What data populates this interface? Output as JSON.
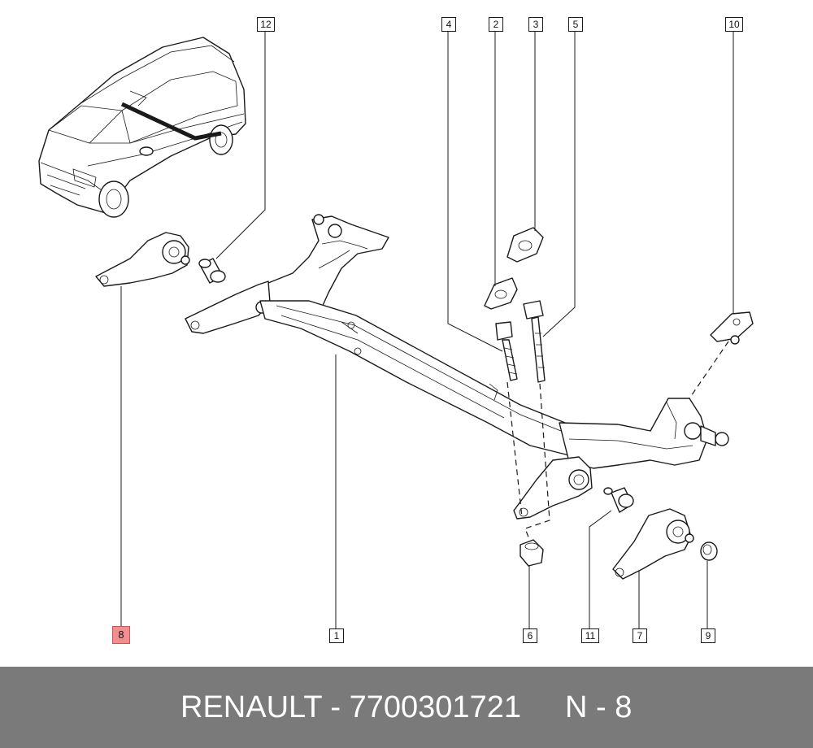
{
  "callouts": {
    "c1": "1",
    "c2": "2",
    "c3": "3",
    "c4": "4",
    "c5": "5",
    "c6": "6",
    "c7": "7",
    "c8": "8",
    "c9": "9",
    "c10": "10",
    "c11": "11",
    "c12": "12"
  },
  "highlighted_callout": "8",
  "highlight_color": "#ef8f8f",
  "footer": {
    "part_number": "RENAULT - 7700301721",
    "reference": "N - 8",
    "background": "#7a7a7a"
  }
}
